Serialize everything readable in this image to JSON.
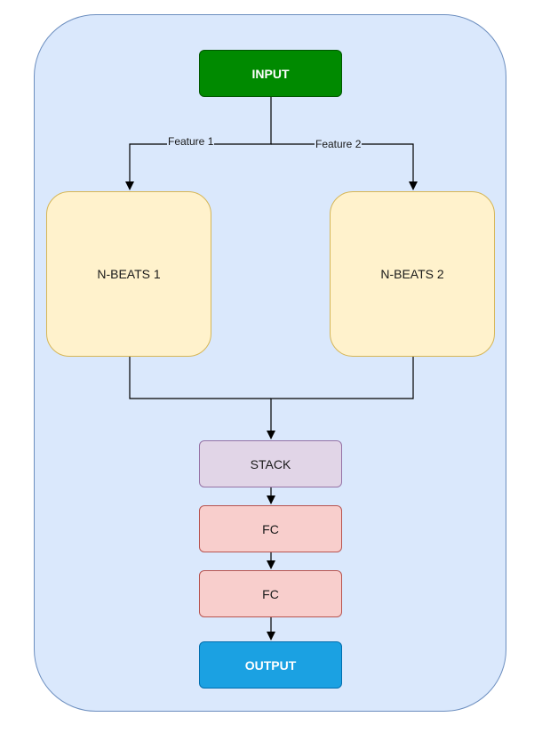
{
  "nodes": {
    "input": "INPUT",
    "nbeats_1": "N-BEATS 1",
    "nbeats_2": "N-BEATS 2",
    "stack": "STACK",
    "fc_1": "FC",
    "fc_2": "FC",
    "output": "OUTPUT"
  },
  "edges": {
    "feature_1": "Feature 1",
    "feature_2": "Feature 2"
  },
  "colors": {
    "container_fill": "#dae8fc",
    "input_fill": "#008a00",
    "nbeats_fill": "#fff2cc",
    "stack_fill": "#e1d5e7",
    "fc_fill": "#f8cecc",
    "output_fill": "#1ba1e2"
  }
}
